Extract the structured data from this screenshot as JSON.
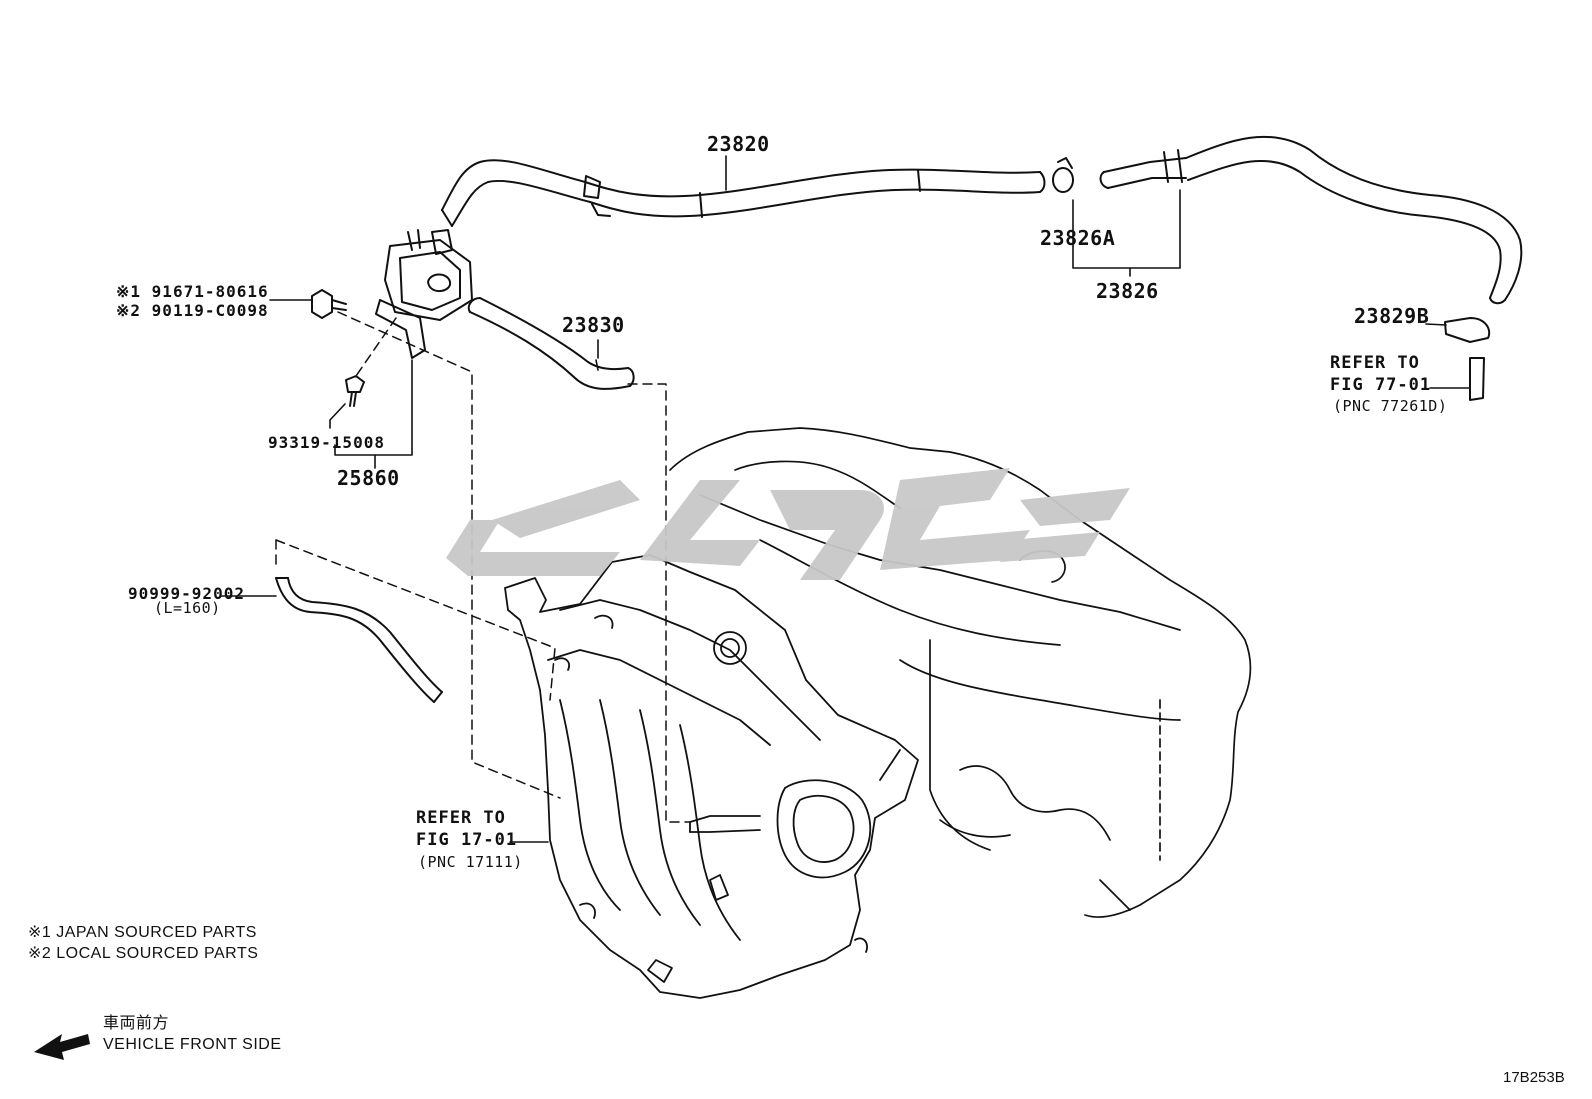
{
  "parts": {
    "p23820": "23820",
    "p23826A": "23826A",
    "p23826": "23826",
    "p23829B": "23829B",
    "p23830": "23830",
    "p91671_line": "※1 91671-80616",
    "p90119_line": "※2 90119-C0098",
    "p93319": "93319-15008",
    "p25860": "25860",
    "p90999": "90999-92002",
    "p90999_len": "(L=160)"
  },
  "references": {
    "ref77": {
      "line1": "REFER TO",
      "line2": "FIG 77-01",
      "line3": "(PNC 77261D)"
    },
    "ref17": {
      "line1": "REFER TO",
      "line2": "FIG 17-01",
      "line3": "(PNC 17111)"
    }
  },
  "notes": {
    "note1": "※1  JAPAN SOURCED PARTS",
    "note2": "※2  LOCAL SOURCED PARTS"
  },
  "direction": {
    "jp": "車両前方",
    "en": "VEHICLE FRONT SIDE",
    "icon": "arrow-left-icon"
  },
  "figure_code": "17B253B",
  "watermark": {
    "icon": "watermark-logo",
    "color": "#c8c8c8"
  }
}
